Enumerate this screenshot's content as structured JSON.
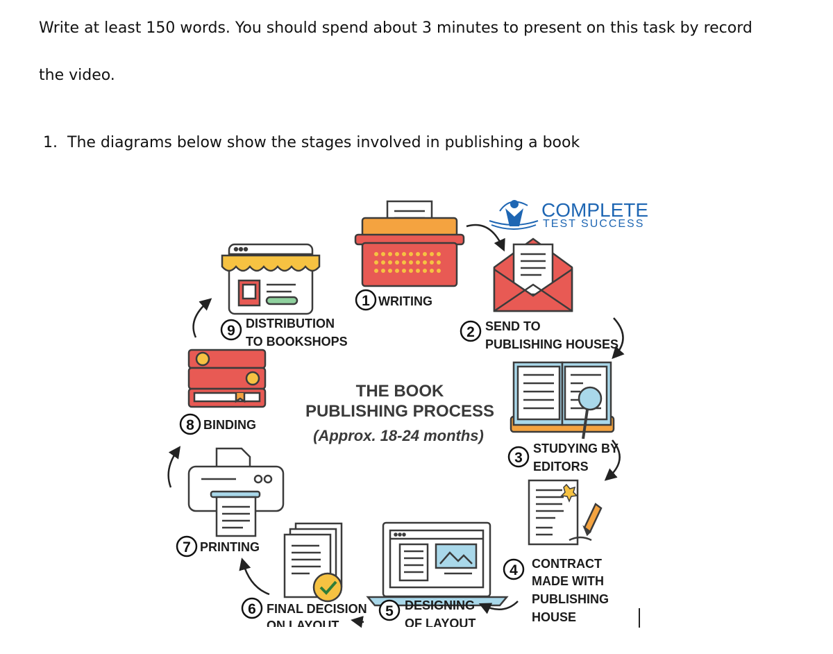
{
  "instructions": {
    "line1": "Write at least 150 words. You should spend about 3 minutes to present on this task by record",
    "line2": "the video."
  },
  "question": {
    "number": "1.",
    "text": "The diagrams below show the stages involved in publishing a book"
  },
  "logo": {
    "line1": "COMPLETE",
    "line2": "TEST SUCCESS"
  },
  "center": {
    "line1": "THE BOOK",
    "line2": "PUBLISHING PROCESS",
    "line3": "(Approx. 18-24 months)"
  },
  "steps": [
    {
      "num": "1",
      "lines": [
        "WRITING"
      ]
    },
    {
      "num": "2",
      "lines": [
        "SEND TO",
        "PUBLISHING HOUSES"
      ]
    },
    {
      "num": "3",
      "lines": [
        "STUDYING BY",
        "EDITORS"
      ]
    },
    {
      "num": "4",
      "lines": [
        "CONTRACT",
        "MADE WITH",
        "PUBLISHING",
        "HOUSE"
      ]
    },
    {
      "num": "5",
      "lines": [
        "DESIGNING",
        "OF LAYOUT"
      ]
    },
    {
      "num": "6",
      "lines": [
        "FINAL DECISION",
        "ON LAYOUT"
      ]
    },
    {
      "num": "7",
      "lines": [
        "PRINTING"
      ]
    },
    {
      "num": "8",
      "lines": [
        "BINDING"
      ]
    },
    {
      "num": "9",
      "lines": [
        "DISTRIBUTION",
        "TO BOOKSHOPS"
      ]
    }
  ],
  "icons": [
    "typewriter-icon",
    "envelope-icon",
    "open-book-magnifier-icon",
    "contract-pen-icon",
    "laptop-layout-icon",
    "documents-check-icon",
    "printer-icon",
    "stacked-books-icon",
    "shop-window-icon"
  ],
  "colors": {
    "red": "#e85a54",
    "orange": "#f4a340",
    "yellow": "#f6c242",
    "blue": "#a9d8ea",
    "outline": "#3b3b3b",
    "logo_blue": "#1e66b3"
  }
}
